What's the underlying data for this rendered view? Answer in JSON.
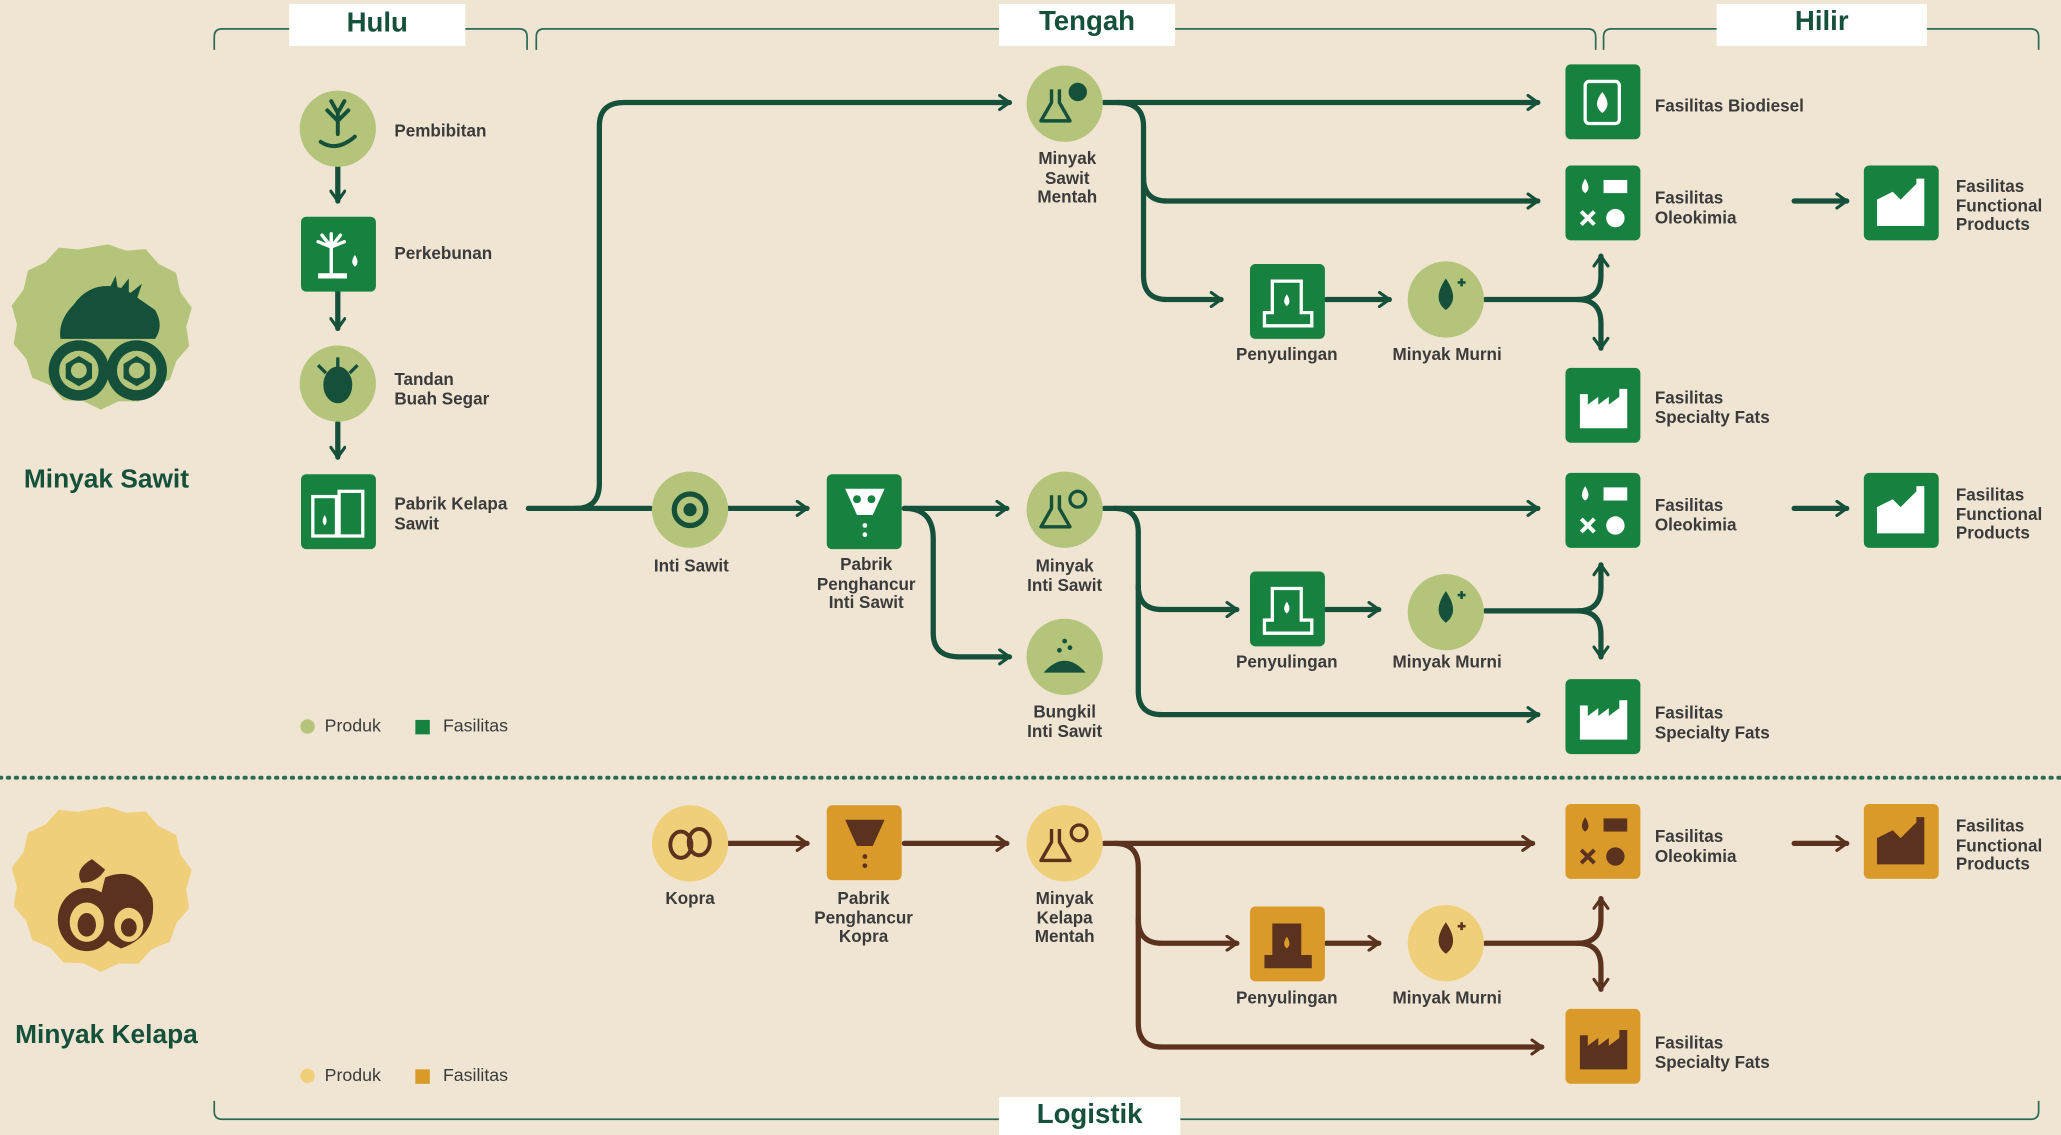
{
  "colors": {
    "background": "#efe5d2",
    "palm_dark": "#14503a",
    "palm_facility": "#17823f",
    "palm_product": "#b4c47a",
    "coconut_dark": "#5a321e",
    "coconut_facility": "#d99a2a",
    "coconut_product": "#f0cf7a"
  },
  "stages": {
    "upstream": "Hulu",
    "midstream": "Tengah",
    "downstream": "Hilir",
    "logistics": "Logistik"
  },
  "commodities": {
    "palm": "Minyak Sawit",
    "coconut": "Minyak Kelapa"
  },
  "legend": {
    "product": "Produk",
    "facility": "Fasilitas"
  },
  "palm": {
    "nursery": "Pembibitan",
    "plantation": "Perkebunan",
    "fresh_fruit_bunch": "Tandan Buah Segar",
    "palm_oil_mill": "Pabrik Kelapa Sawit",
    "crude_palm_oil": "Minyak Sawit Mentah",
    "kernel": "Inti Sawit",
    "kernel_crushing_plant": "Pabrik Penghancur Inti Sawit",
    "kernel_oil": "Minyak Inti Sawit",
    "kernel_meal": "Bungkil Inti Sawit",
    "biodiesel": "Fasilitas Biodiesel",
    "oleochem_1": "Fasilitas Oleokimia",
    "functional_1": "Fasilitas Functional Products",
    "refinery_1": "Penyulingan",
    "refined_oil_1": "Minyak Murni",
    "specialty_1": "Fasilitas Specialty Fats",
    "oleochem_2": "Fasilitas Oleokimia",
    "functional_2": "Fasilitas Functional Products",
    "refinery_2": "Penyulingan",
    "refined_oil_2": "Minyak Murni",
    "specialty_2": "Fasilitas Specialty Fats"
  },
  "coconut": {
    "copra": "Kopra",
    "copra_crushing_plant": "Pabrik Penghancur Kopra",
    "crude_coconut_oil": "Minyak Kelapa Mentah",
    "oleochem": "Fasilitas Oleokimia",
    "functional": "Fasilitas Functional Products",
    "refinery": "Penyulingan",
    "refined_oil": "Minyak Murni",
    "specialty": "Fasilitas Specialty Fats"
  }
}
